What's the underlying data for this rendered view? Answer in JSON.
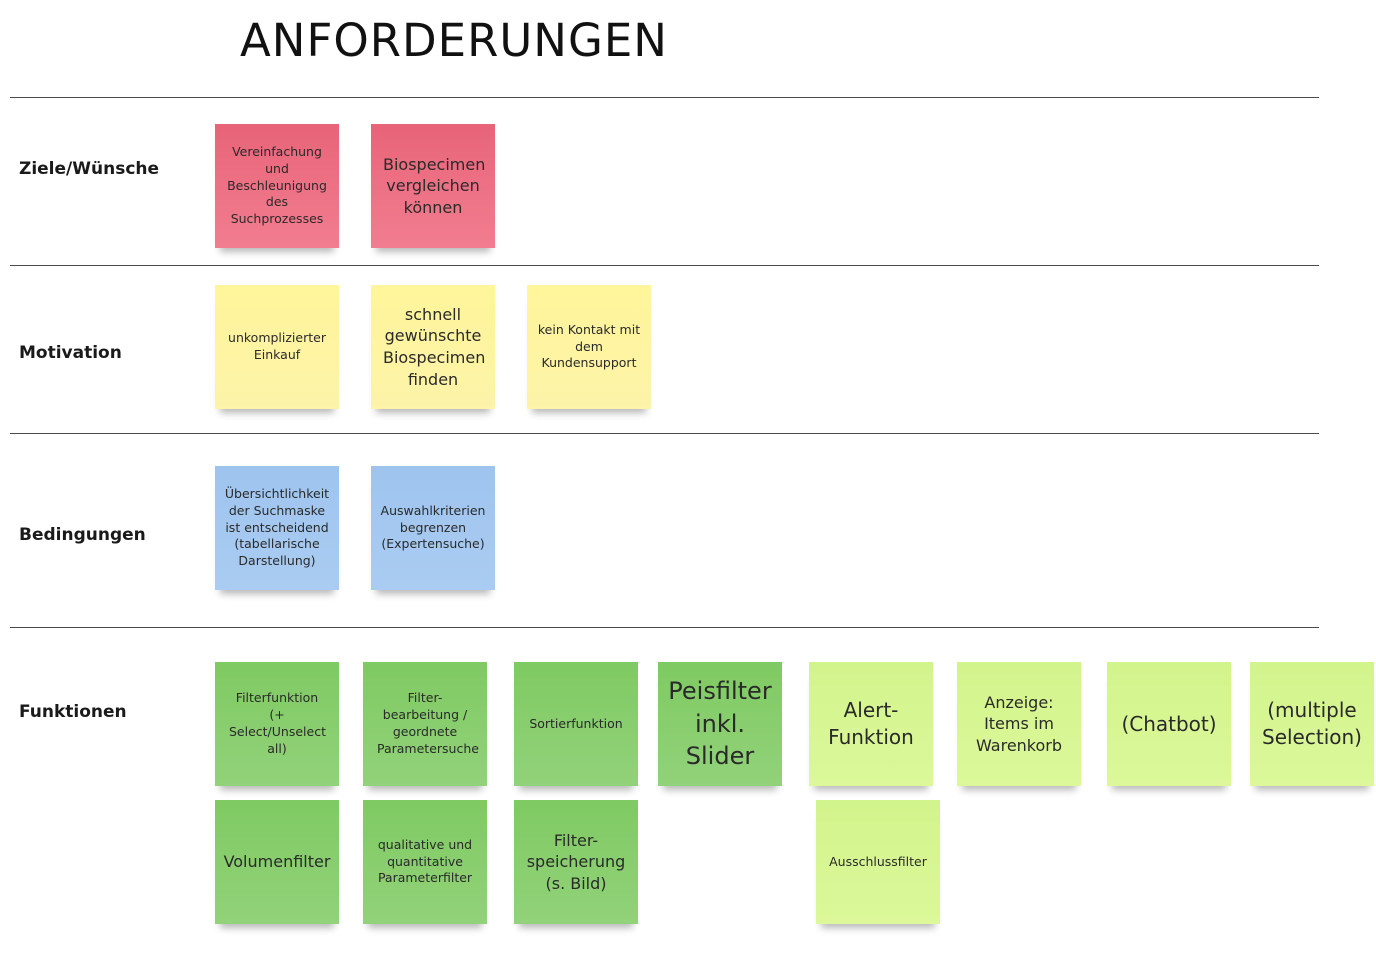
{
  "title": "ANFORDERUNGEN",
  "rows": [
    {
      "label": "Ziele/Wünsche",
      "notes": [
        {
          "text": "Vereinfachung und Beschleunigung des Suchprozesses",
          "color": "#e96a7e"
        },
        {
          "text": "Biospecimen vergleichen können",
          "color": "#ee7387"
        }
      ]
    },
    {
      "label": "Motivation",
      "notes": [
        {
          "text": "unkomplizierter Einkauf",
          "color": "#fff49c"
        },
        {
          "text": "schnell gewünschte Biospecimen finden",
          "color": "#fff49c"
        },
        {
          "text": "kein Kontakt mit dem Kundensupport",
          "color": "#fff49c"
        }
      ]
    },
    {
      "label": "Bedingungen",
      "notes": [
        {
          "text": "Übersichtlichkeit der Suchmaske ist entscheidend (tabellarische Darstellung)",
          "color": "#a3c6ef"
        },
        {
          "text": "Auswahlkriterien begrenzen (Expertensuche)",
          "color": "#a3c6ef"
        }
      ]
    },
    {
      "label": "Funktionen",
      "notes": [
        {
          "text": "Filterfunktion (+ Select/Unselect all)",
          "color": "#86cd6a"
        },
        {
          "text": "Filter-bearbeitung / geordnete Parametersuche",
          "color": "#86cd6a"
        },
        {
          "text": "Sortierfunktion",
          "color": "#86cd6a"
        },
        {
          "text": "Peisfilter inkl. Slider",
          "color": "#86cd6a"
        },
        {
          "text": "Alert-Funktion",
          "color": "#d5f58f"
        },
        {
          "text": "Anzeige: Items im Warenkorb",
          "color": "#d5f58f"
        },
        {
          "text": "(Chatbot)",
          "color": "#d5f58f"
        },
        {
          "text": "(multiple Selection)",
          "color": "#d5f58f"
        },
        {
          "text": "Volumenfilter",
          "color": "#86cd6a"
        },
        {
          "text": "qualitative und quantitative Parameterfilter",
          "color": "#86cd6a"
        },
        {
          "text": "Filter-speicherung (s. Bild)",
          "color": "#86cd6a"
        },
        {
          "text": "Ausschlussfilter",
          "color": "#d5f58f"
        }
      ]
    }
  ]
}
